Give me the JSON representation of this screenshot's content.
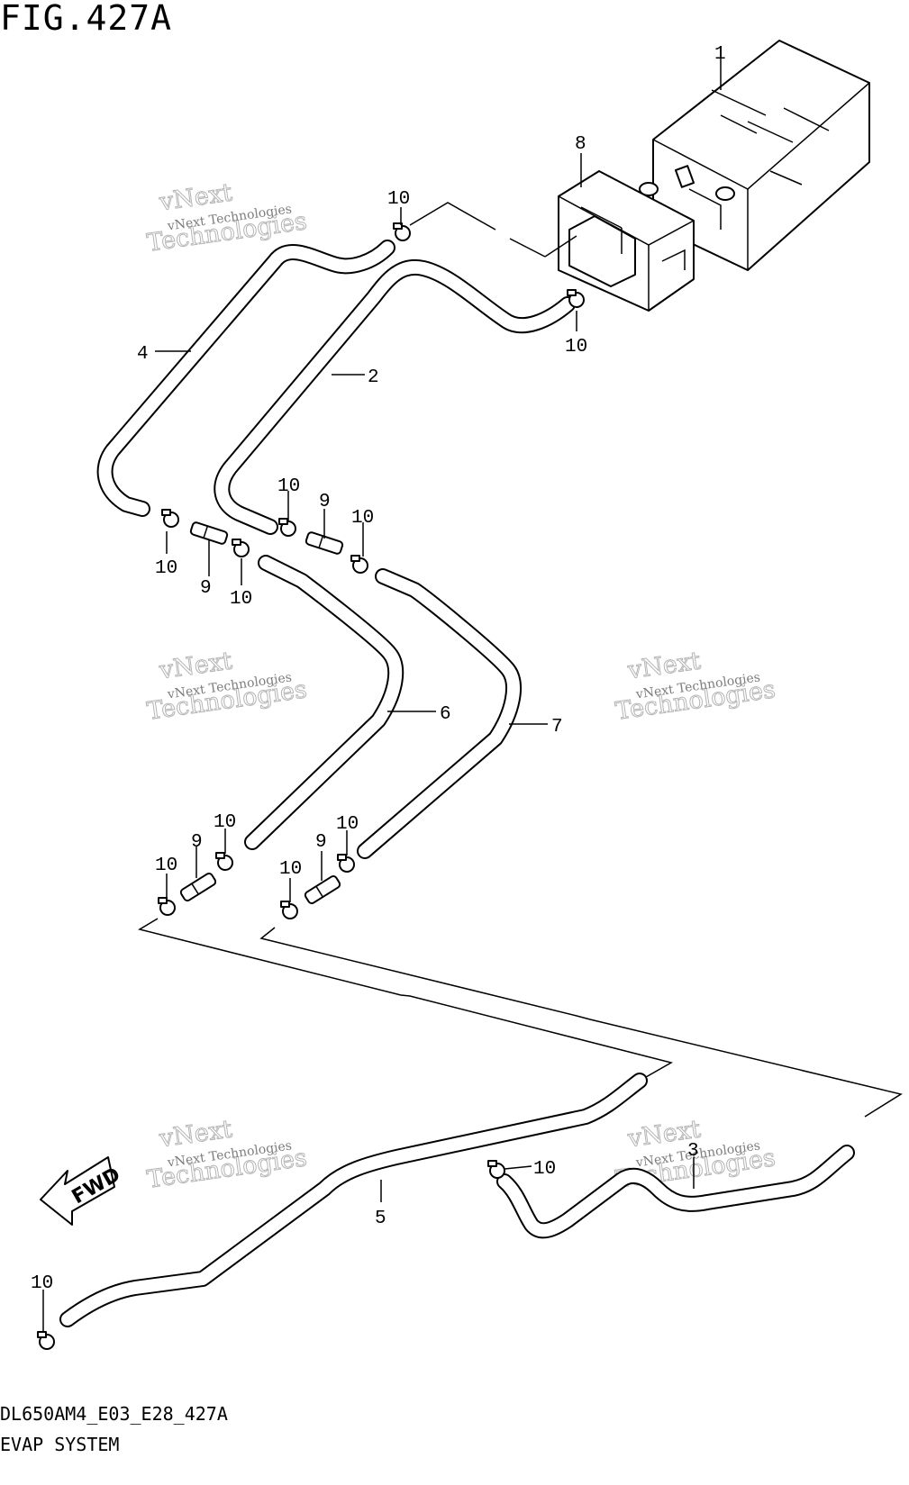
{
  "figure": {
    "title": "FIG.427A",
    "code": "DL650AM4_E03_E28_427A",
    "name": "EVAP SYSTEM"
  },
  "callouts": {
    "c1": "1",
    "c2": "2",
    "c3": "3",
    "c4": "4",
    "c5": "5",
    "c6": "6",
    "c7": "7",
    "c8": "8",
    "c9a": "9",
    "c9b": "9",
    "c9c": "9",
    "c9d": "9",
    "c10a": "10",
    "c10b": "10",
    "c10c": "10",
    "c10d": "10",
    "c10e": "10",
    "c10f": "10",
    "c10g": "10",
    "c10h": "10",
    "c10i": "10",
    "c10j": "10",
    "c10k": "10",
    "c10l": "10"
  },
  "direction_marker": {
    "label": "FWD"
  },
  "watermark": {
    "line1": "vNext Technologies",
    "line2": "vNext",
    "line3": "Technologies"
  }
}
